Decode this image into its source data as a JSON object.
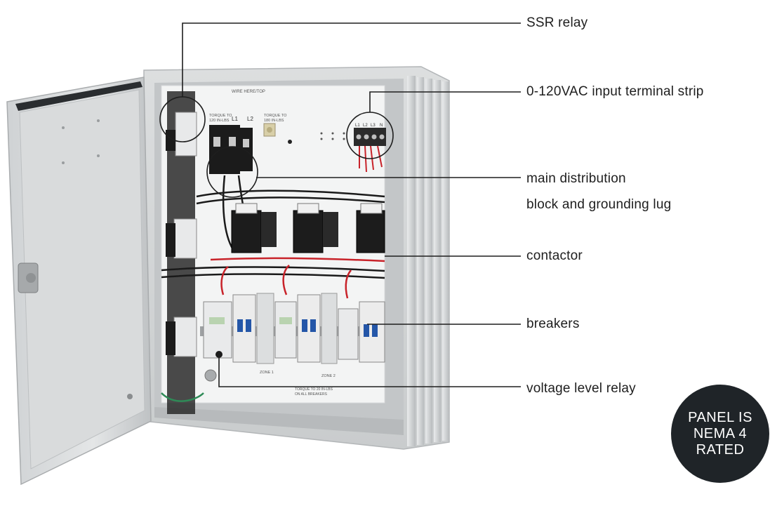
{
  "callouts": {
    "ssr_relay": "SSR relay",
    "input_terminal_strip": "0-120VAC input terminal strip",
    "main_distribution_line1": "main distribution",
    "main_distribution_line2": "block and grounding lug",
    "contactor": "contactor",
    "breakers": "breakers",
    "voltage_level_relay": "voltage level relay"
  },
  "badge": {
    "line1": "PANEL IS",
    "line2": "NEMA 4",
    "line3": "RATED"
  },
  "panel_markings": {
    "top_label": "WIRE HERE/TOP",
    "torque_left_1": "TORQUE TO",
    "torque_left_2": "120 IN-LBS",
    "torque_right_1": "TORQUE TO",
    "torque_right_2": "180 IN-LBS",
    "l1": "L1",
    "l2": "L2",
    "strip_l1": "L1",
    "strip_l2": "L2",
    "strip_l3": "L3",
    "strip_n": "N",
    "zone1": "ZONE 1",
    "zone2": "ZONE 2",
    "bottom_note_1": "TORQUE TO 20 IN-LBS",
    "bottom_note_2": "ON ALL BREAKERS"
  },
  "colors": {
    "enclosure": "#d6d8da",
    "backplate": "#f3f4f4",
    "badge": "#1f2428",
    "wire_red": "#c8232a",
    "wire_black": "#1a1a1a",
    "ground_wire": "#2e8b57"
  }
}
